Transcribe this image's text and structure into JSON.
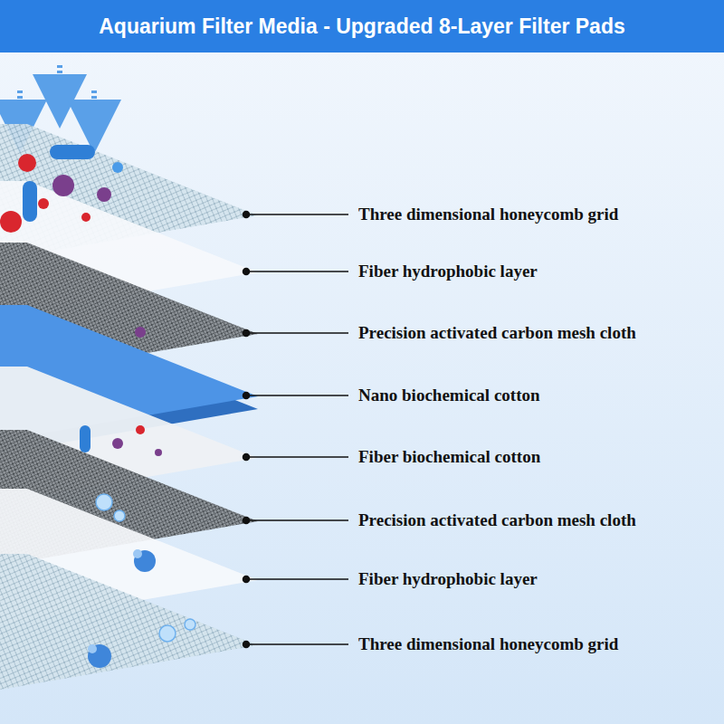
{
  "diagram": {
    "title": "Aquarium Filter Media - Upgraded 8-Layer Filter Pads",
    "labels": [
      "Three dimensional honeycomb grid",
      "Fiber hydrophobic layer",
      "Precision activated carbon mesh cloth",
      "Nano biochemical cotton",
      "Fiber biochemical cotton",
      "Precision activated carbon mesh cloth",
      "Fiber hydrophobic layer",
      "Three dimensional honeycomb grid"
    ]
  }
}
